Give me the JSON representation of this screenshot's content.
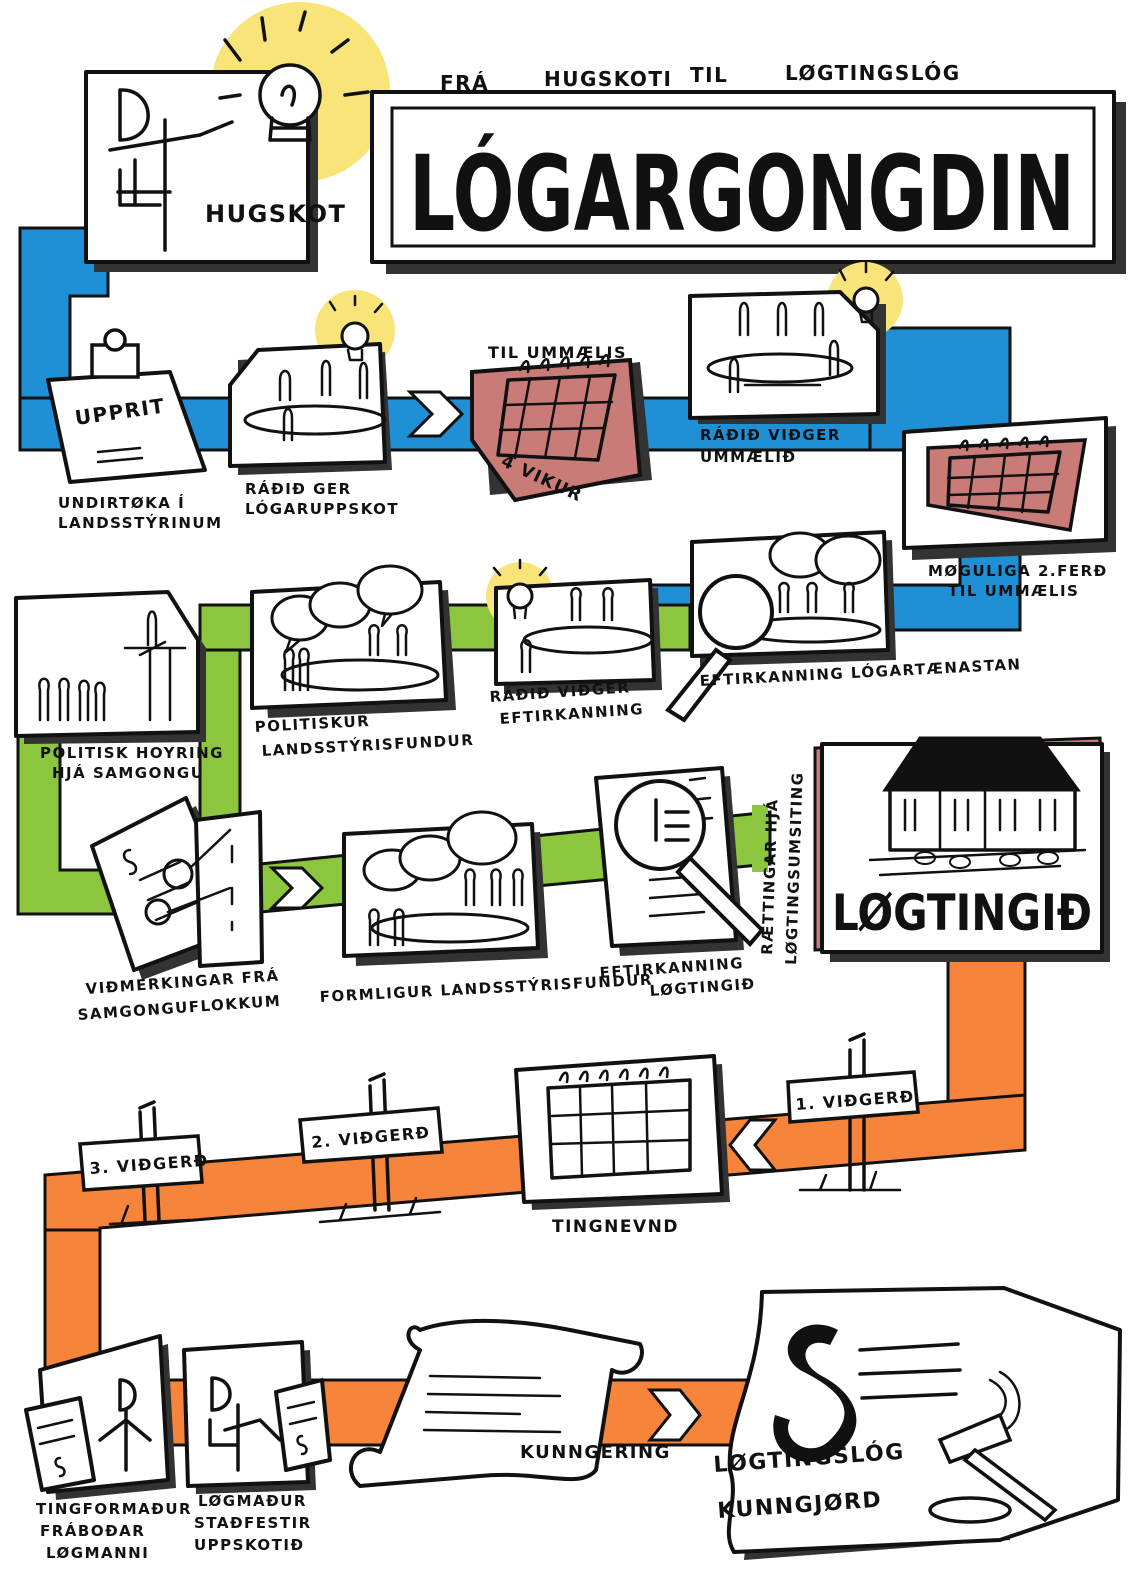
{
  "colors": {
    "blue": "#1f8fd6",
    "green": "#8cc63f",
    "orange": "#f7843b",
    "rose": "#c97b78",
    "yellow": "#f9e47a",
    "ink": "#111111"
  },
  "header": {
    "subtitle_words": [
      "FRÁ",
      "HUGSKOTI",
      "TIL",
      "LØGTINGSLÓG"
    ],
    "title": "LÓGARGONGDIN",
    "idea_label": "HUGSKOT"
  },
  "row1": {
    "upprit": {
      "sheet": "UPPRIT",
      "caption": [
        "UNDIRTØKA Í",
        "LANDSSTÝRINUM"
      ]
    },
    "raid_ger": {
      "caption": [
        "RÁÐIÐ GER",
        "LÓGARUPPSKOT"
      ]
    },
    "ummaelis": {
      "top": "TIL UMMÆLIS",
      "badge": "4 VIKUR"
    },
    "raid_vidger": {
      "caption": [
        "RÁÐIÐ VIÐGER",
        "UMMÆLIÐ"
      ]
    },
    "second": {
      "caption": [
        "MØGULIGA 2.FERÐ",
        "TIL UMMÆLIS"
      ]
    }
  },
  "row2": {
    "hoyring": {
      "caption": [
        "POLITISK HOYRING",
        "HJÁ SAMGONGU"
      ]
    },
    "politiskur": {
      "caption": [
        "POLITISKUR",
        "LANDSSTÝRISFUNDUR"
      ]
    },
    "eftirkanning": {
      "caption": [
        "RÁÐIÐ VIÐGER",
        "EFTIRKANNING"
      ]
    },
    "logartaenastan": {
      "caption": "EFTIRKANNING LÓGARTÆNASTAN"
    }
  },
  "row3": {
    "vidmerkingar": {
      "caption": [
        "VIÐMERKINGAR FRÁ",
        "SAMGONGUFLOKKUM"
      ]
    },
    "formligur": {
      "caption": "FORMLIGUR LANDSSTÝRISFUNDUR"
    },
    "eftirkanning_lt": {
      "caption": [
        "EFTIRKANNING",
        "LØGTINGIÐ"
      ]
    },
    "rettingar": {
      "caption": [
        "RÆTTINGAR HJÁ",
        "LØGTINGSUMSITING"
      ]
    },
    "logtingid": {
      "label": "LØGTINGIÐ"
    }
  },
  "row4": {
    "vidgerd1": "1. VIÐGERÐ",
    "tingnevnd": "TINGNEVND",
    "vidgerd2": "2. VIÐGERÐ",
    "vidgerd3": "3. VIÐGERÐ"
  },
  "row5": {
    "tingformadur": {
      "caption": [
        "TINGFORMAÐUR",
        "FRÁBOÐAR",
        "LØGMANNI"
      ]
    },
    "logmadur": {
      "caption": [
        "LØGMAÐUR",
        "STAÐFESTIR",
        "UPPSKOTIÐ"
      ]
    },
    "kunngering": {
      "label": "KUNNGERING"
    },
    "final": {
      "label": [
        "LØGTINGSLÓG",
        "KUNNGJØRD"
      ]
    }
  }
}
